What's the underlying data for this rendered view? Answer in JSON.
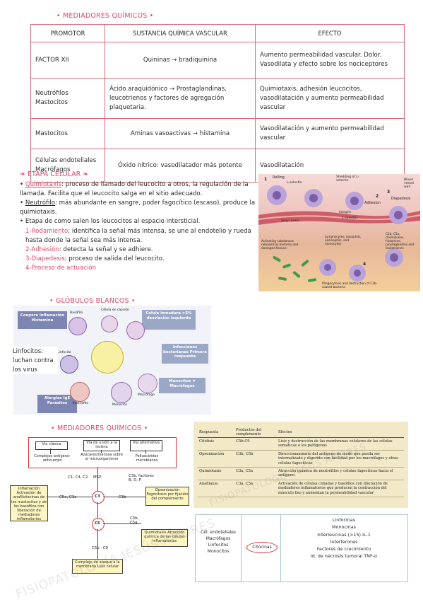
{
  "section1": {
    "title": "• MEDIADORES QUÍMICOS •"
  },
  "table": {
    "headers": [
      "PROMOTOR",
      "SUSTANCIA QUÍMICA VASCULAR",
      "EFECTO"
    ],
    "rows": [
      {
        "promotor": "FACTOR XII",
        "sustancia": "Quininas → bradiquinina",
        "efecto": "Aumento permeabilidad vascular. Dolor. Vasodilata y efecto sobre los nociceptores"
      },
      {
        "promotor": "Neutrófilos Mastocitos",
        "sustancia": "Ácido araquidónico → Prostaglandinas, leucotrienos y factores de agregación plaquetaria.",
        "efecto": "Quimiotaxis, adhesión leucocitos, vasodilatación y aumento permeabilidad vascular"
      },
      {
        "promotor": "Mastocitos",
        "sustancia": "Aminas vasoactivas → histamina",
        "efecto": "Vasodilatación y aumento permeabilidad vascular"
      },
      {
        "promotor": "Células endoteliales Macrófagos",
        "sustancia": "Óxido nítrico: vasodilatador más potente",
        "efecto": "Vasodilatación"
      }
    ]
  },
  "etapa": {
    "title": "ETAPA CELULAR",
    "quimiotaxis_term": "Quimiotaxis",
    "quimiotaxis_text": ": proceso de llamado del leucocito a otros, la regulación de la llamada. Facilita que el leucocito salga en el sitio adecuado.",
    "neutrofilo_term": "Neutrófilo",
    "neutrofilo_text": ": más abundante en sangre, poder fagocítico (escaso), produce la quimiotaxis.",
    "etapa_line": "Etapa de como salen los leucocitos al espacio intersticial.",
    "step1_term": "1-Rodamiento",
    "step1_text": ": identifica la señal más intensa, se une al endotelio y rueda hasta donde la señal sea más intensa.",
    "step2_term": "2-Adhesión",
    "step2_text": ": detecta la señal y se adhiere.",
    "step3_term": "3-Diapedesis",
    "step3_text": ": proceso de salida del leucocito.",
    "step4": "4-Proceso de actuación"
  },
  "leuko_image": {
    "labels": [
      "Rolling",
      "L-selectin",
      "Shedding of L-selectin",
      "Adhesion",
      "Diapedesis",
      "Integrin",
      "E-selectin",
      "Sialyl Lewis",
      "Blood vessel wall",
      "Activating substances released by bacteria and damaged tissues",
      "Lymphocytes, basophils, eosinophils, and monocytes",
      "C3b, C5a, chemokines, histamine, prostaglandins and leukotrienes",
      "Phagocytosis and destruction of C3b-coated bacteria"
    ],
    "step_numbers": [
      "1",
      "2",
      "3",
      "4"
    ]
  },
  "section2": {
    "title": "• GLÓBULOS BLANCOS •"
  },
  "globulos": {
    "linfocitos_note": "Linfocitos: luchan contra los virus",
    "labels": {
      "basofilo": "Basófilo",
      "cayado": "Célula en cayado",
      "linfocito": "Linfocito",
      "eosinofilo": "Eosinófilo",
      "monocito": "Monocito",
      "macrofago": "Macrófago"
    },
    "boxes": {
      "coopera": "Coopera inflamación Histamina",
      "inmadura": "Célula inmadura >5% desviación izquierda",
      "infecciones": "Infecciones bacterianas Primera respuesta",
      "monocitos": "Monocitos ≠ Macrófagos",
      "alergias": "Alergias IgE Parásitos"
    }
  },
  "section3": {
    "title": "• MEDIADORES QUÍMICOS •"
  },
  "complement_diagram": {
    "via_clasica": "Vía clásica",
    "via_lectina": "Vía de unión a la lectina",
    "via_alternativa": "Vía alternativa",
    "complejos": "Complejos antígeno-anticuerpo",
    "azucares": "Azúcares/manosa sobre el microorganismo",
    "polisacaridos": "Polisacáridos microbianos",
    "c1c4c2": "C1, C4, C2",
    "msp": "MSP",
    "c3b_factores": "C3b, factores B, D, P",
    "inflamacion": "Inflamación Activación de anafilotoxinas de los mastocitos y de los basófilos con liberación de mediadores inflamatorios",
    "c5a_c3a": "C5a, C3a",
    "c3": "C3",
    "c3b": "C3b",
    "opsonizacion": "Opsonización Fagocitosis por fijación del complemento",
    "c5": "C5",
    "c3b_c5a": "C3b, C5a",
    "quimiotaxis": "Quimiotaxis Atracción química de las células inflamatorias",
    "c5b_c9": "C5b · C9",
    "complejo": "Complejo de ataque a la membrana Lisis celular"
  },
  "complement_table": {
    "headers": [
      "Respuesta",
      "Productos del complemento",
      "Efectos"
    ],
    "rows": [
      {
        "r": "Citólisis",
        "p": "C5b-C9",
        "e": "Lisis y destrucción de las membranas celulares de las células somáticas o los patógenos"
      },
      {
        "r": "Opsonización",
        "p": "C3b, C5b",
        "e": "Direccionamiento del antígeno de modo que pueda ser internalizado y digerido con facilidad por los macrófagos y otras células fagocíticas"
      },
      {
        "r": "Quimiotaxis",
        "p": "C3a, C5a",
        "e": "Atracción química de neutrófilos y células fagocíticas hacia el antígeno"
      },
      {
        "r": "Anafilaxia",
        "p": "C3a, C5a",
        "e": "Activación de células cebadas y basófilos con liberación de mediadores inflamatorios que producen la contracción del músculo liso y aumentan la permeabilidad vascular"
      }
    ]
  },
  "citocinas": {
    "left": [
      "Cél. endoteliales",
      "Macrófagos",
      "Linfocitos",
      "Monocitos"
    ],
    "center": "Citocinas",
    "right": [
      "Linfocinas",
      "Monocinas",
      "Interleucinas (>15) IL-1",
      "Interferones",
      "Factores de crecimiento",
      "Id. de necrosis tumoral TNF-α"
    ]
  },
  "watermark": "FISIOPATOLOGÍA JESÚS AMORES",
  "colors": {
    "accent": "#e0466c",
    "table_border": "#d86a7a"
  }
}
